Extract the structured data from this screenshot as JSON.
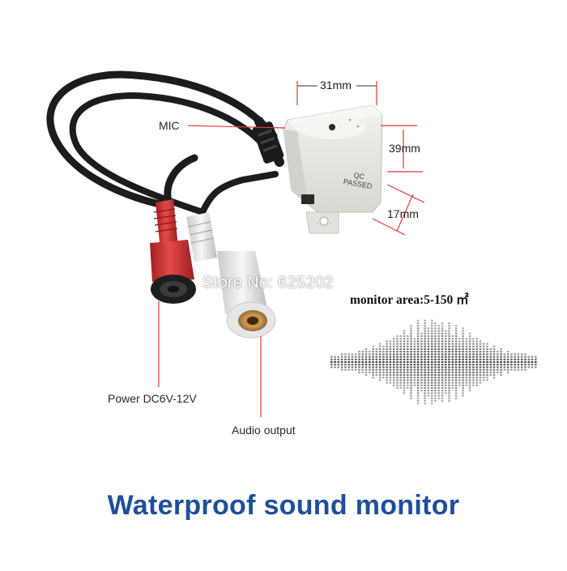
{
  "labels": {
    "mic": "MIC",
    "width": "31mm",
    "height": "39mm",
    "depth": "17mm",
    "power": "Power DC6V-12V",
    "audio": "Audio output",
    "store": "Store No: 625202",
    "monitor_area": "monitor area:5-150 ㎡",
    "qc_line1": "QC",
    "qc_line2": "PASSED"
  },
  "headline": "Waterproof sound monitor",
  "colors": {
    "headline": "#1f4f9a",
    "callout_line": "#e03a3a",
    "rca_red": "#d63a3a",
    "rca_white": "#ececec",
    "housing": "#e9e9e4",
    "cable": "#1c1c1c"
  }
}
